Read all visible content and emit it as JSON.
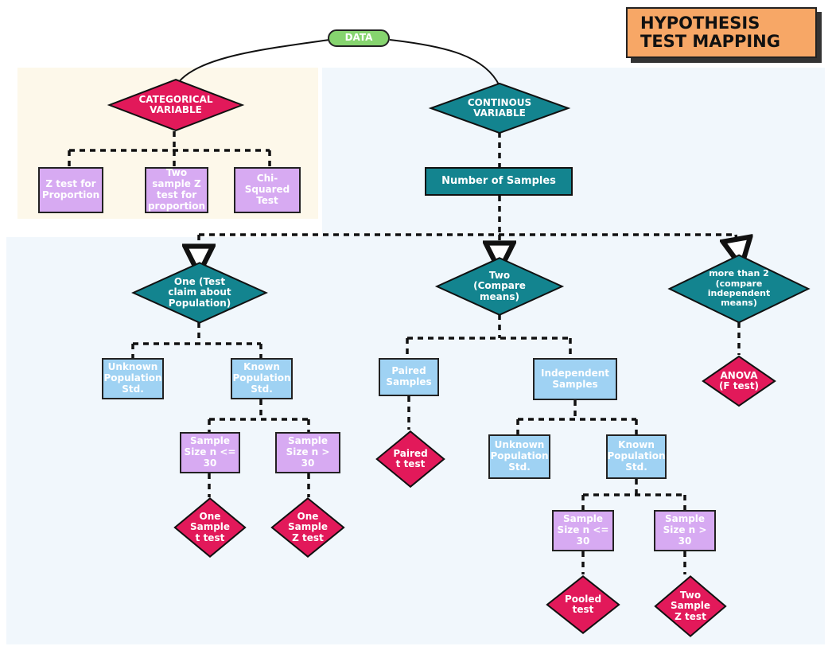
{
  "title": "HYPOTHESIS TEST MAPPING",
  "colors": {
    "decision_red": "#e2195a",
    "decision_teal": "#13848f",
    "box_blue": "#9fd2f3",
    "box_purple": "#d7aaf2",
    "root_green": "#86d46f",
    "title_orange": "#f7a766"
  },
  "nodes": {
    "data": "DATA",
    "categorical": "CATEGORICAL VARIABLE",
    "continuous": "CONTINOUS VARIABLE",
    "z_prop": "Z test for Proportion",
    "two_sample_z_prop": "Two sample Z test for proportion",
    "chi_squared": "Chi-Squared Test",
    "num_samples": "Number of Samples",
    "one": "One (Test claim about Population)",
    "two": "Two (Compare means)",
    "more_than_two": "more than 2 (compare independent means)",
    "unknown_std_1": "Unknown Population Std.",
    "known_std_1": "Known Population Std.",
    "paired_samples": "Paired Samples",
    "independent_samples": "Independent Samples",
    "anova": "ANOVA (F test)",
    "sample_size_le30_1": "Sample Size n <= 30",
    "sample_size_gt30_1": "Sample Size n > 30",
    "paired_t": "Paired t test",
    "unknown_std_2": "Unknown Population Std.",
    "known_std_2": "Known Population Std.",
    "one_sample_t": "One Sample t test",
    "one_sample_z": "One Sample Z test",
    "sample_size_le30_2": "Sample Size n <= 30",
    "sample_size_gt30_2": "Sample Size n > 30",
    "pooled_t": "Pooled test",
    "two_sample_z": "Two Sample Z test"
  }
}
